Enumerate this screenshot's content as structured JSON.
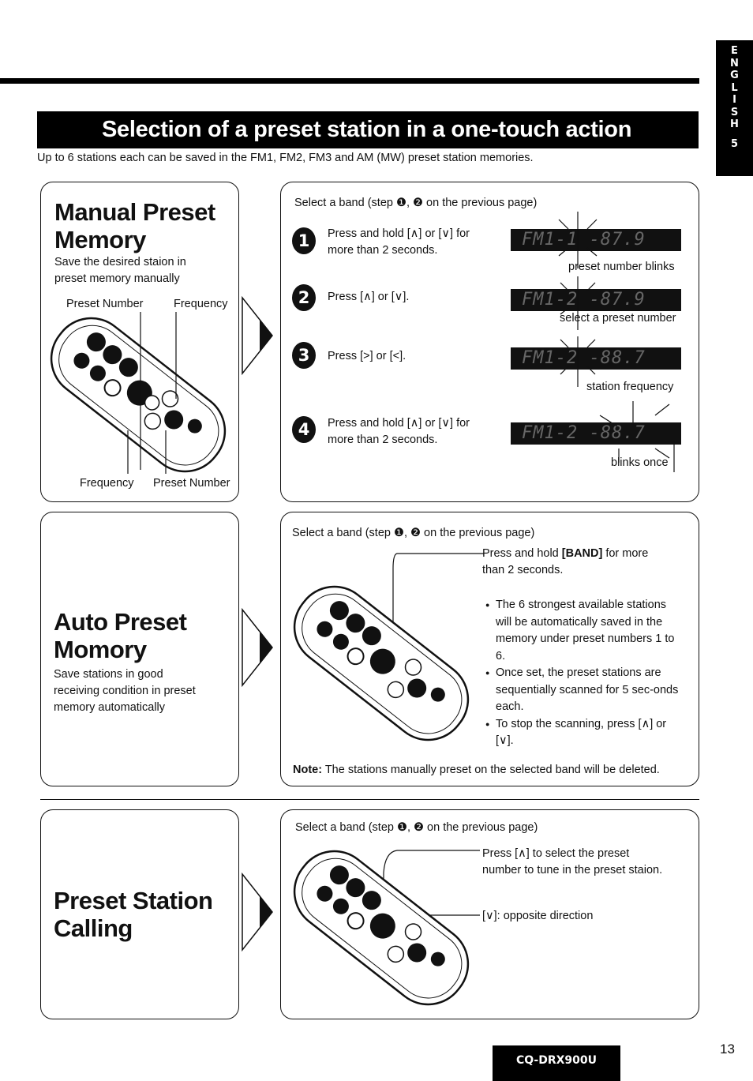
{
  "side_tab": {
    "letters": [
      "E",
      "N",
      "G",
      "L",
      "I",
      "S",
      "H"
    ],
    "number": "5"
  },
  "banner": "Selection of a preset station in a one-touch action",
  "intro": "Up to 6 stations each can be saved in the FM1, FM2, FM3 and AM (MW) preset station memories.",
  "manual": {
    "title_l1": "Manual Preset",
    "title_l2": "Memory",
    "desc_l1": "Save the desired staion in",
    "desc_l2": "preset memory manually",
    "label_preset_top": "Preset Number",
    "label_freq_top": "Frequency",
    "label_freq_bottom": "Frequency",
    "label_preset_bottom": "Preset Number",
    "select_band": "Select a band (step ❶, ❷ on the previous page)",
    "steps": [
      {
        "num": "1",
        "l1": "Press and hold [∧] or [∨] for",
        "l2": "more than 2 seconds.",
        "lcd": "FM1-1 -87.9",
        "caption": "preset number blinks"
      },
      {
        "num": "2",
        "l1": "Press [∧] or [∨].",
        "l2": "",
        "lcd": "FM1-2 -87.9",
        "caption": "select a preset number"
      },
      {
        "num": "3",
        "l1": "Press [>] or [<].",
        "l2": "",
        "lcd": "FM1-2 -88.7",
        "caption": "station frequency"
      },
      {
        "num": "4",
        "l1": "Press and hold [∧] or [∨] for",
        "l2": "more than 2 seconds.",
        "lcd": "FM1-2 -88.7",
        "caption": "blinks once"
      }
    ]
  },
  "auto": {
    "title_l1": "Auto Preset",
    "title_l2": "Momory",
    "desc_l1": "Save stations in good",
    "desc_l2": "receiving condition in preset",
    "desc_l3": "memory automatically",
    "select_band": "Select a band (step ❶, ❷ on the previous page)",
    "press_l1_pre": "Press and hold ",
    "press_l1_key": "[BAND]",
    "press_l1_post": " for more",
    "press_l2": "than 2 seconds.",
    "bullets": [
      "The 6 strongest available stations will be automatically saved in the memory under preset numbers 1 to 6.",
      "Once set, the preset stations are sequentially scanned for 5 sec-onds each.",
      "To stop the scanning, press [∧] or [∨]."
    ],
    "note_label": "Note:",
    "note_text": " The stations manually preset on the selected band will be deleted."
  },
  "calling": {
    "title_l1": "Preset Station",
    "title_l2": "Calling",
    "select_band": "Select a band (step ❶, ❷ on the previous page)",
    "press_l1": "Press [∧] to select the preset",
    "press_l2": "number to tune in the preset staion.",
    "opposite": "[∨]: opposite direction"
  },
  "footer": {
    "model": "CQ-DRX900U",
    "page": "13"
  }
}
